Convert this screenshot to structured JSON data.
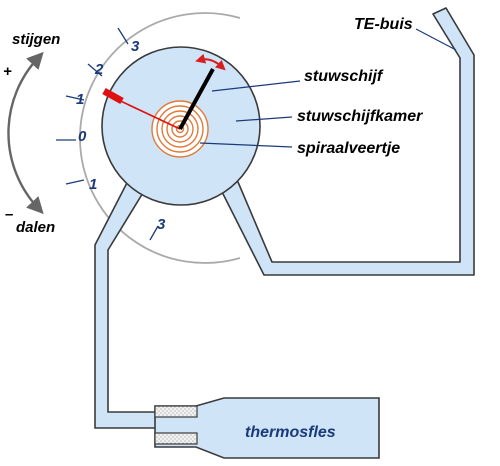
{
  "labels": {
    "te_buis": "TE-buis",
    "stuwschijf": "stuwschijf",
    "stuwschijfkamer": "stuwschijfkamer",
    "spiraalveertje": "spiraalveertje",
    "thermosfles": "thermosfles",
    "stijgen": "stijgen",
    "dalen": "dalen",
    "plus": "+",
    "minus": "–"
  },
  "scale": {
    "top_3": "3",
    "top_2": "2",
    "top_1": "1",
    "zero": "0",
    "bottom_1": "1",
    "bottom_3": "3"
  },
  "colors": {
    "tube_fill": "#cfe4f7",
    "outline": "#3a3a3a",
    "pointer_red": "#e01010",
    "arrow_red": "#d62020",
    "spring": "#e07a3a",
    "scale_text": "#1a3a7a",
    "side_arrow": "#666666"
  }
}
